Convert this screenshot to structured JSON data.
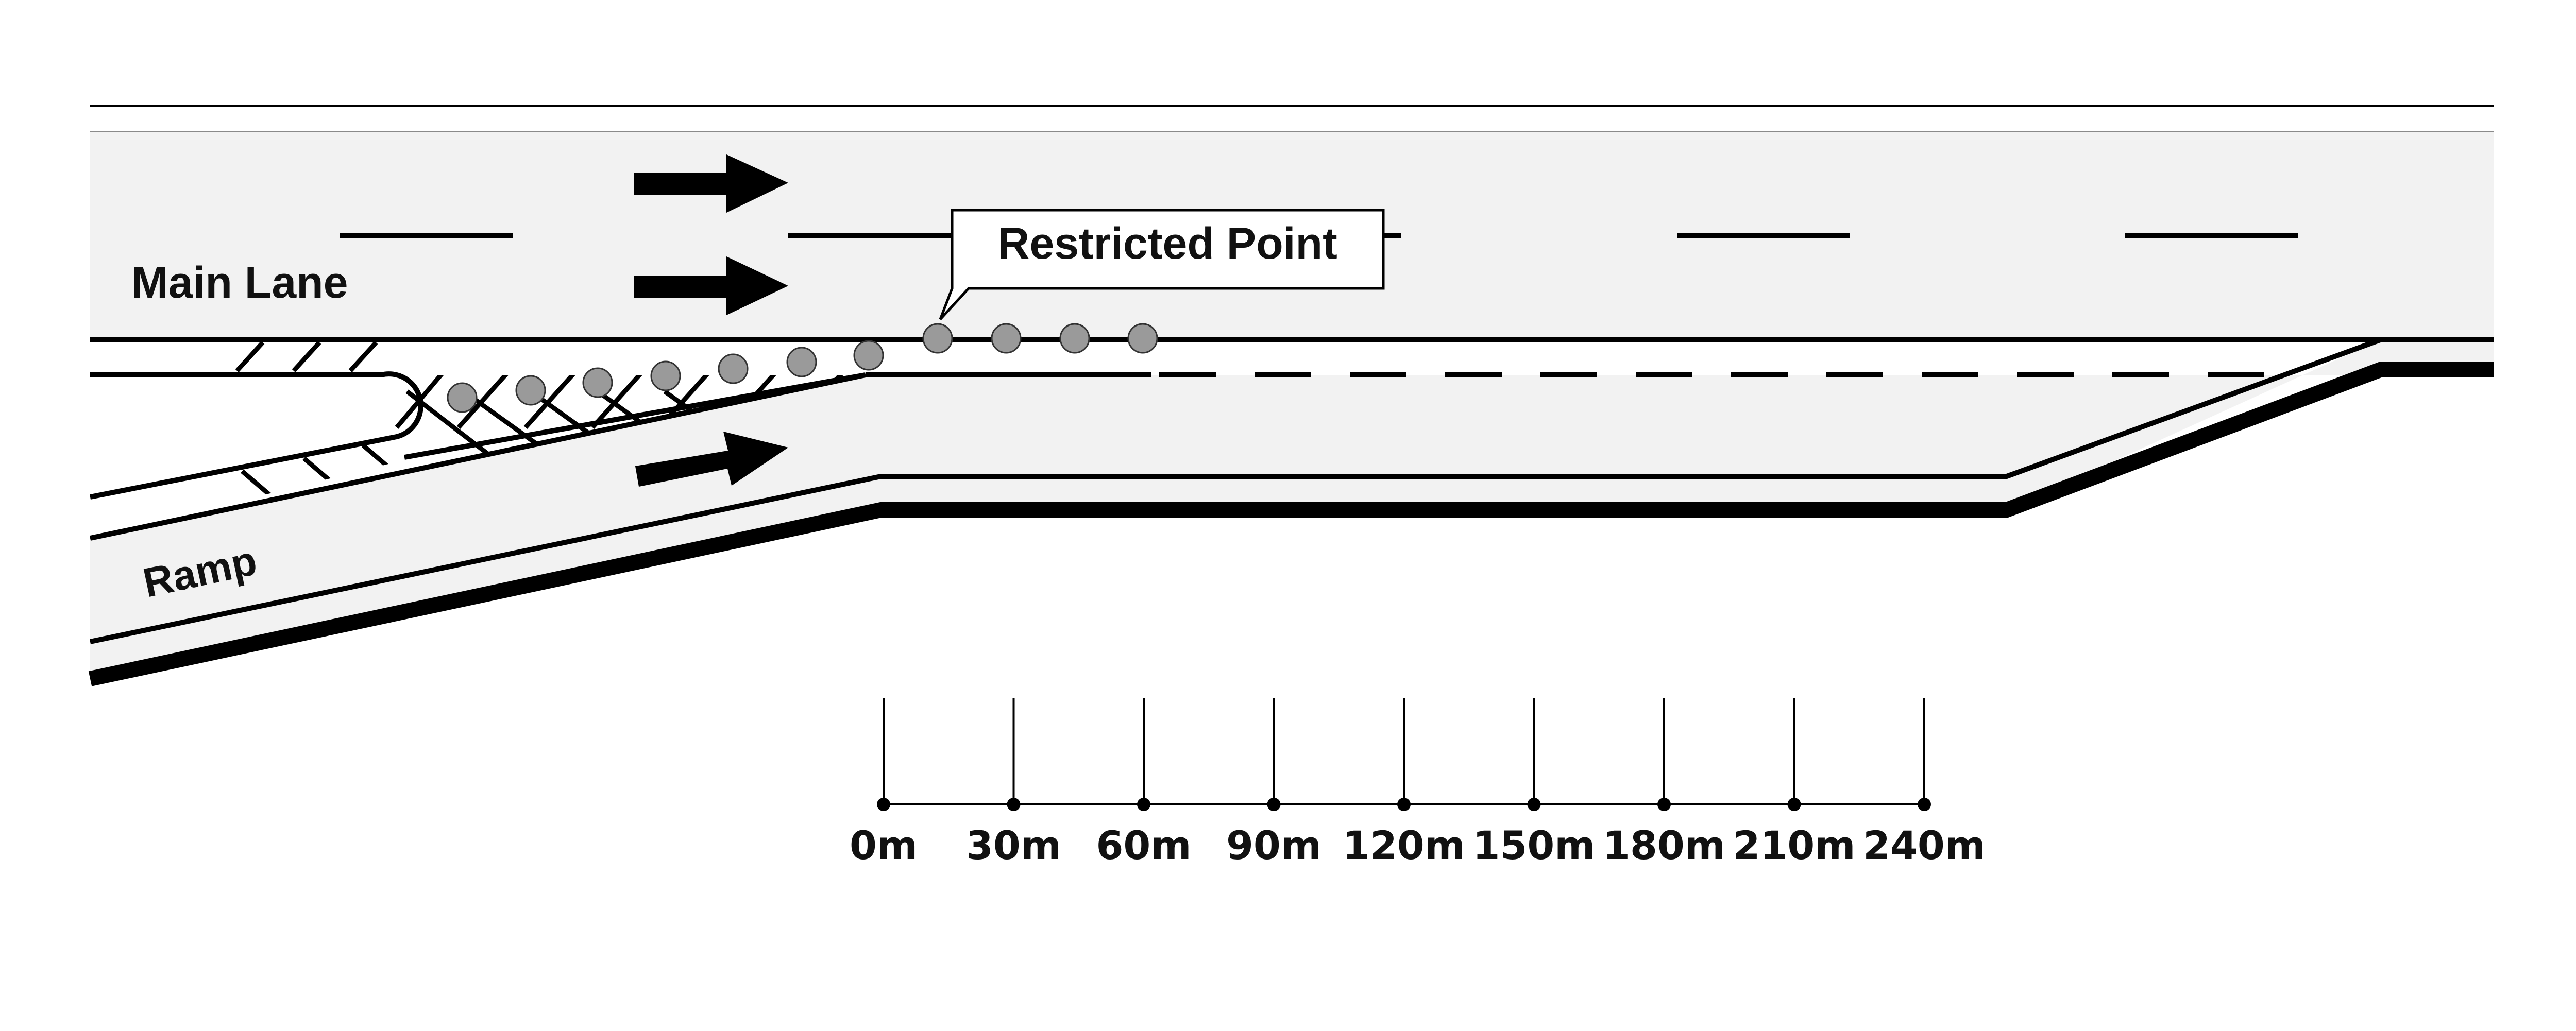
{
  "labels": {
    "main_lane": "Main Lane",
    "ramp": "Ramp",
    "restricted_point": "Restricted Point"
  },
  "scale": {
    "ticks": [
      "0m",
      "30m",
      "60m",
      "90m",
      "120m",
      "150m",
      "180m",
      "210m",
      "240m"
    ]
  },
  "colors": {
    "road": "#f2f2f2",
    "line": "#000000",
    "marker": "#9a9a9a",
    "background": "#ffffff"
  },
  "icons": {
    "direction_arrow": "arrow-right-icon",
    "marker": "circle-marker-icon"
  }
}
